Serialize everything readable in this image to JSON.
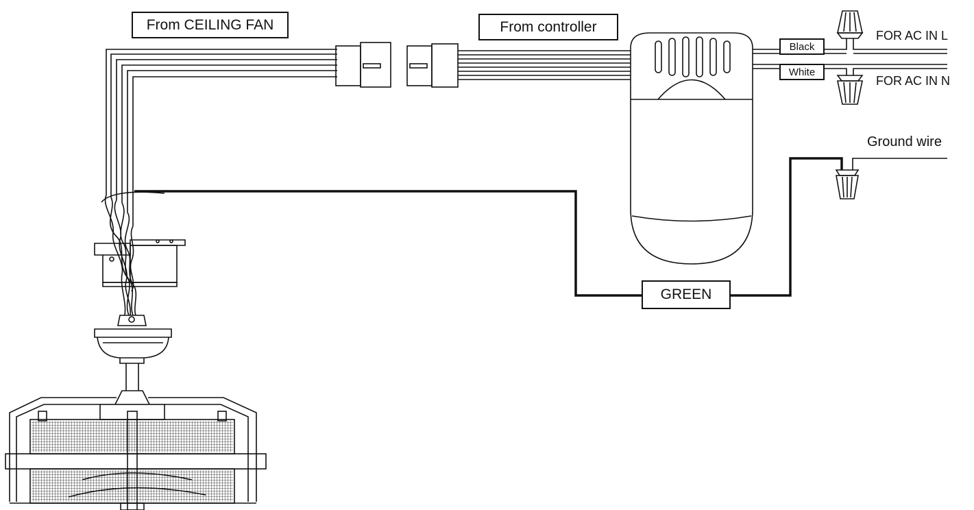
{
  "labels": {
    "from_ceiling_fan": "From CEILING FAN",
    "from_controller": "From controller",
    "black": "Black",
    "white": "White",
    "ac_in_l": "FOR AC IN L",
    "ac_in_n": "FOR AC IN N",
    "ground_wire": "Ground wire",
    "green": "GREEN"
  },
  "colors": {
    "line": "#111111",
    "background": "#ffffff"
  }
}
